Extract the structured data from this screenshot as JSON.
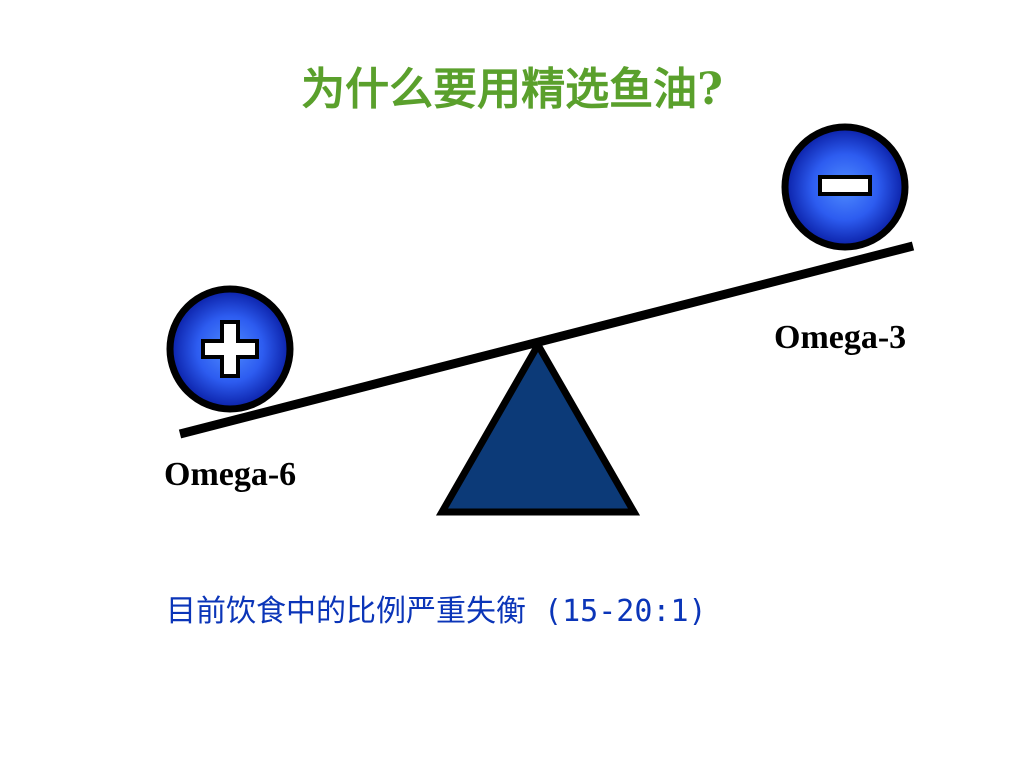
{
  "title": {
    "text": "为什么要用精选鱼油",
    "question_mark": "?"
  },
  "balance": {
    "left": {
      "symbol": "+",
      "label": "Omega-6"
    },
    "right": {
      "symbol": "−",
      "label": "Omega-3"
    }
  },
  "caption": "目前饮食中的比例严重失衡 (15-20:1)",
  "colors": {
    "title": "#5aa02c",
    "caption": "#0b35b8",
    "ball_core": "#3f7bff",
    "ball_edge": "#0a1fa6",
    "fulcrum": "#0c3a78",
    "beam": "#000000"
  }
}
